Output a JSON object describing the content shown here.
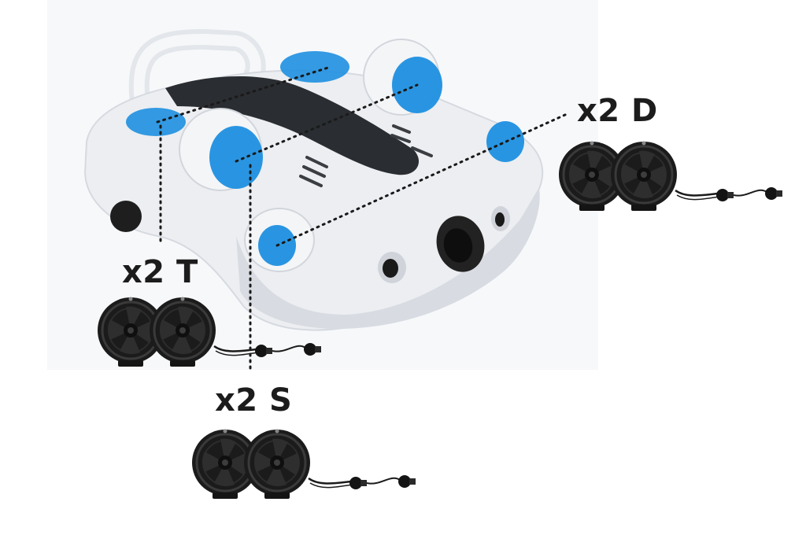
{
  "labels": {
    "d": "x2 D",
    "t": "x2 T",
    "s": "x2 S"
  },
  "colors": {
    "background": "#ffffff",
    "hull": "#eceef1",
    "hull_shadow": "#cfd3d9",
    "highlight_blue": "#1e8fe0",
    "thruster_black": "#1b1b1b",
    "top_stripe": "#2a2d31",
    "leader_line": "#1a1a1a"
  },
  "icons": [
    "underwater-drone",
    "thruster-pair-icon",
    "cable-connector-icon"
  ]
}
